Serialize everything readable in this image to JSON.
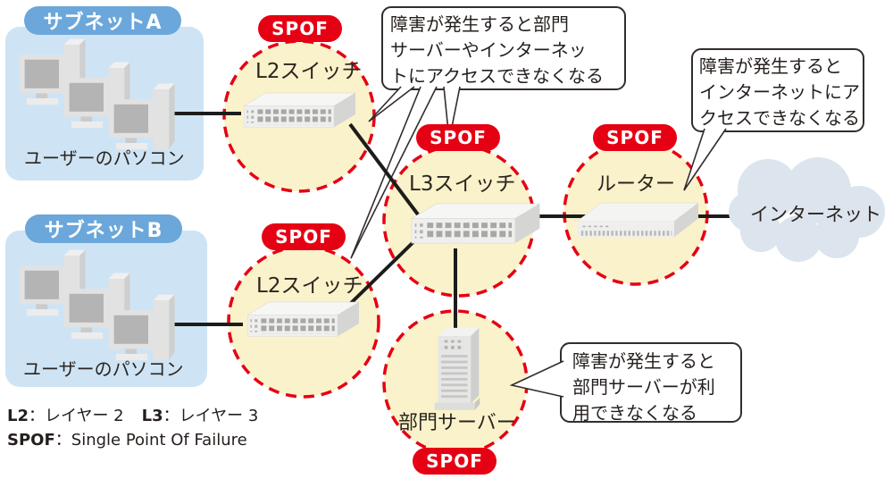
{
  "subnets": {
    "a": {
      "label": "サブネットA",
      "caption": "ユーザーのパソコン"
    },
    "b": {
      "label": "サブネットB",
      "caption": "ユーザーのパソコン"
    }
  },
  "nodes": {
    "l2a": {
      "label": "L2スイッチ",
      "badge": "SPOF"
    },
    "l2b": {
      "label": "L2スイッチ",
      "badge": "SPOF"
    },
    "l3": {
      "label": "L3スイッチ",
      "badge": "SPOF"
    },
    "router": {
      "label": "ルーター",
      "badge": "SPOF"
    },
    "server": {
      "label": "部門サーバー",
      "badge": "SPOF"
    },
    "internet": {
      "label": "インターネット"
    }
  },
  "callouts": {
    "top": {
      "lines": [
        "障害が発生すると部門",
        "サーバーやインターネッ",
        "トにアクセスできなくなる"
      ]
    },
    "right": {
      "lines": [
        "障害が発生すると",
        "インターネットにア",
        "クセスできなくなる"
      ]
    },
    "bottom": {
      "lines": [
        "障害が発生すると",
        "部門サーバーが利",
        "用できなくなる"
      ]
    }
  },
  "legend": {
    "l2_term": "L2",
    "l2_def": "：レイヤー 2",
    "l3_term": "L3",
    "l3_def": "：レイヤー 3",
    "spof_term": "SPOF",
    "spof_def": "：Single Point Of Failure"
  },
  "colors": {
    "spof_red": "#e60013",
    "zone_yellow": "#faf2ca",
    "subnet_blue": "#cee4f5",
    "subnet_pill_blue": "#6ba7da",
    "cloud_blue_gray": "#dce4ed",
    "line_black": "#1c1c1c"
  }
}
